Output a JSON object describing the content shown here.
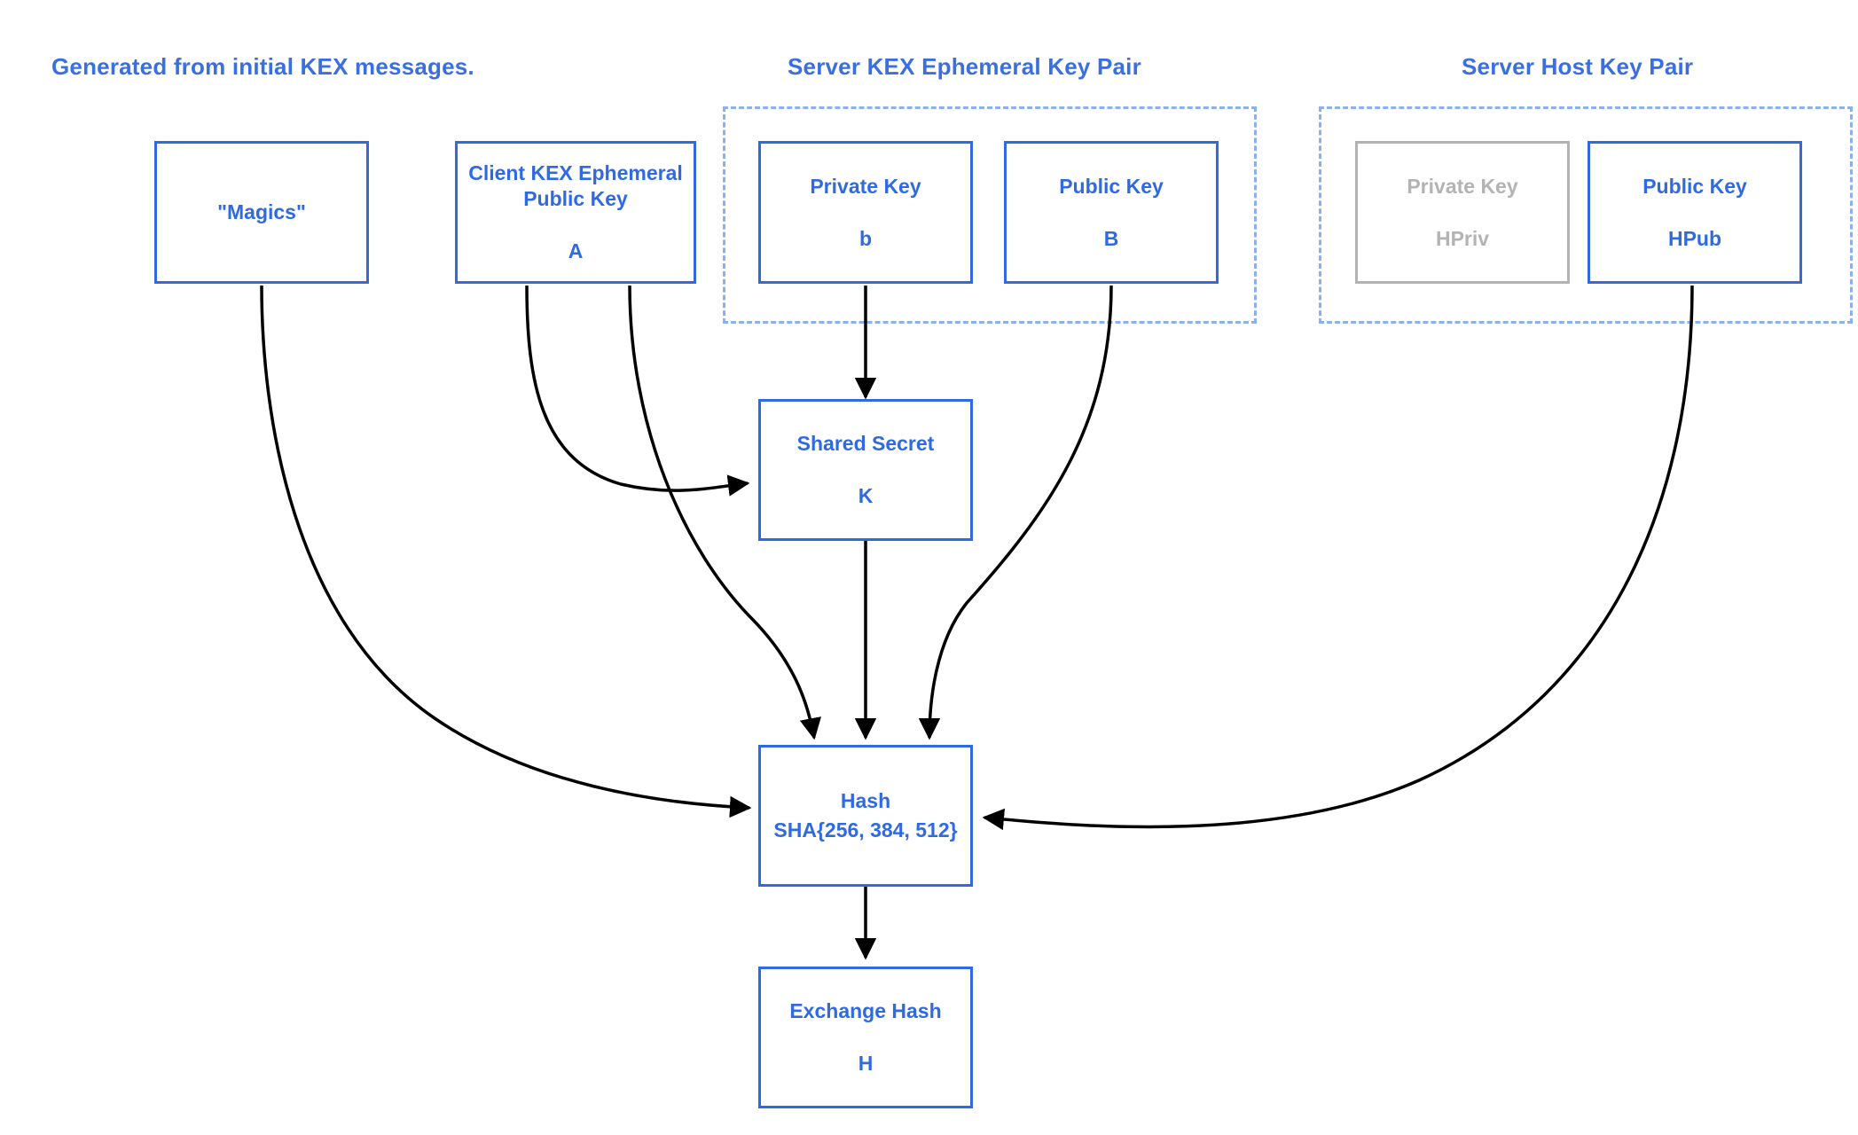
{
  "colors": {
    "accent": "#2f6ae2",
    "heading": "#3b6fe0",
    "group_dash": "#8fb0ef",
    "muted": "#b3b3b3",
    "edge": "#000000",
    "background": "#ffffff"
  },
  "headings": {
    "left": "Generated from initial KEX messages.",
    "middle": "Server KEX Ephemeral Key Pair",
    "right": "Server Host Key Pair"
  },
  "nodes": {
    "magics": {
      "line1": "\"Magics\"",
      "line2": ""
    },
    "client_kex": {
      "line1": "Client KEX Ephemeral",
      "line1b": "Public Key",
      "line2": "A"
    },
    "server_kex_private": {
      "line1": "Private Key",
      "line2": "b"
    },
    "server_kex_public": {
      "line1": "Public Key",
      "line2": "B"
    },
    "host_private": {
      "line1": "Private Key",
      "line2": "HPriv"
    },
    "host_public": {
      "line1": "Public Key",
      "line2": "HPub"
    },
    "shared_secret": {
      "line1": "Shared Secret",
      "line2": "K"
    },
    "hash": {
      "line1": "Hash",
      "line2": "SHA{256, 384, 512}"
    },
    "exchange_hash": {
      "line1": "Exchange Hash",
      "line2": "H"
    }
  },
  "edges": [
    {
      "from": "magics",
      "to": "hash"
    },
    {
      "from": "client_kex",
      "to": "shared_secret"
    },
    {
      "from": "client_kex",
      "to": "hash"
    },
    {
      "from": "server_kex_private",
      "to": "shared_secret"
    },
    {
      "from": "server_kex_public",
      "to": "hash"
    },
    {
      "from": "shared_secret",
      "to": "hash"
    },
    {
      "from": "host_public",
      "to": "hash"
    },
    {
      "from": "hash",
      "to": "exchange_hash"
    }
  ]
}
